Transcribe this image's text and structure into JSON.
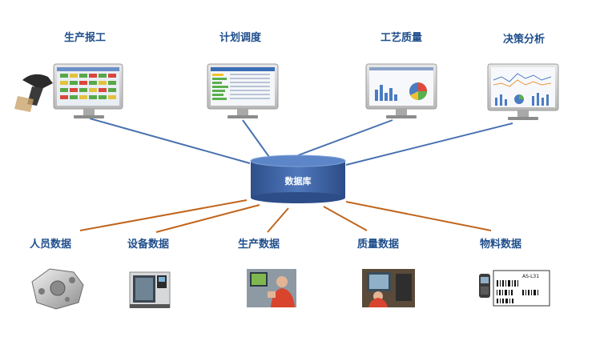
{
  "top_nodes": [
    {
      "label": "生产报工"
    },
    {
      "label": "计划调度"
    },
    {
      "label": "工艺质量"
    },
    {
      "label": "决策分析"
    }
  ],
  "center": {
    "label": "数据库"
  },
  "bottom_nodes": [
    {
      "label": "人员数据"
    },
    {
      "label": "设备数据"
    },
    {
      "label": "生产数据"
    },
    {
      "label": "质量数据"
    },
    {
      "label": "物料数据"
    }
  ],
  "material_label": {
    "code": "AS-L31"
  },
  "colors": {
    "top_connector": "#4a72b0",
    "bottom_connector": "#c0661e",
    "label_text": "#1f4e8c",
    "db_fill": "#3a64a8",
    "db_top": "#5c86c8"
  }
}
